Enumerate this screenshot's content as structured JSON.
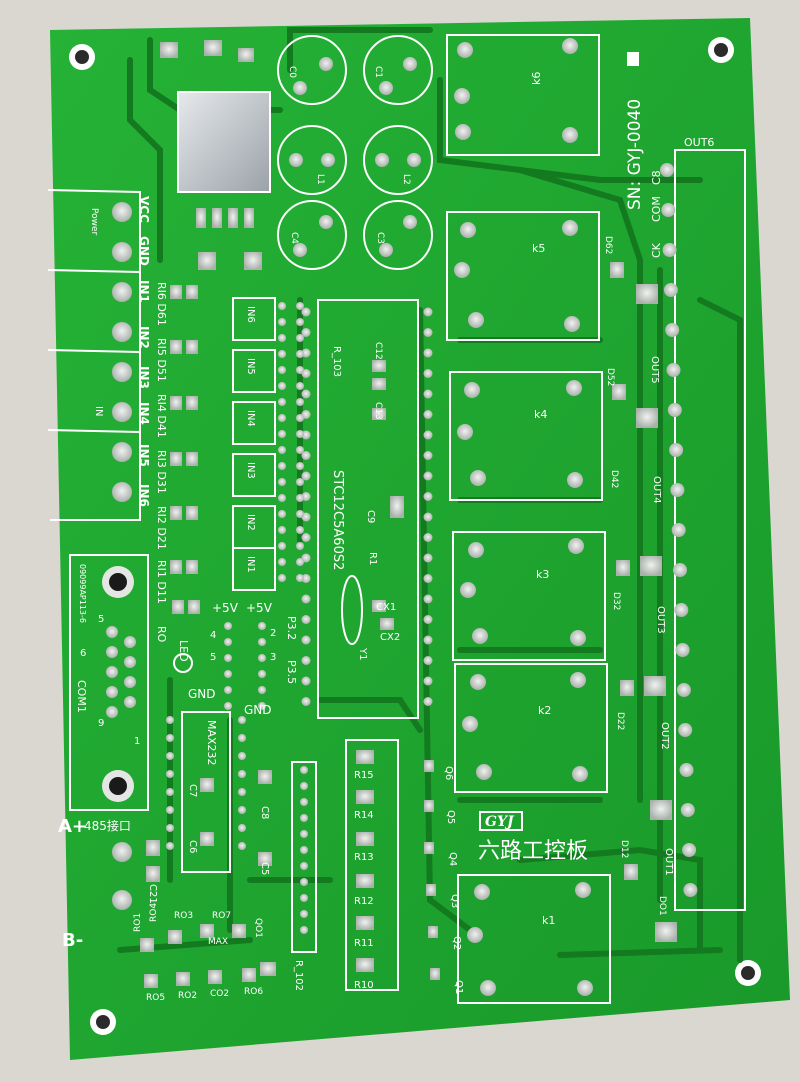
{
  "board": {
    "serial": "SN: GYJ-0040",
    "brand": "GYJ",
    "title_cn": "六路工控板",
    "rs485_label": "485接口",
    "a_plus": "A+",
    "b_minus": "B-",
    "mcu": "STC12C5A60S2",
    "max232": "MAX232",
    "com_label": "COM1",
    "out_header": "OUT6",
    "plus5v_a": "+5V",
    "plus5v_b": "+5V",
    "gnd_a": "GND",
    "gnd_b": "GND",
    "led_label": "LED",
    "p32": "P3.2",
    "p35": "P3.5",
    "r_network_1": "R_103",
    "r_network_2": "R_102",
    "y1": "Y1",
    "cx1": "CX1",
    "cx2": "CX2",
    "c9": "C9",
    "r1": "R1",
    "ck": "CK",
    "com": "COM",
    "c8": "C8",
    "ap_label": "09099AP113-6"
  },
  "left_terminal": {
    "power_label": "Power",
    "pins": [
      "VCC",
      "GND",
      "IN1",
      "IN2",
      "IN3",
      "IN4",
      "IN5",
      "IN6"
    ],
    "in_label": "IN"
  },
  "input_rows": [
    "RI6 D61",
    "RI5 D51",
    "RI4 D41",
    "RI3 D31",
    "RI2 D21",
    "RI1 D11",
    "RO"
  ],
  "optocouplers": [
    "IN6",
    "IN5",
    "IN4",
    "IN3",
    "IN2",
    "IN1"
  ],
  "capacitors_top": [
    "C0",
    "C1",
    "C4",
    "C3"
  ],
  "inductors": [
    "L1",
    "L2"
  ],
  "relays": [
    "k6",
    "k5",
    "k4",
    "k3",
    "k2",
    "k1"
  ],
  "outputs": [
    "OUT5",
    "OUT4",
    "OUT3",
    "OUT2",
    "OUT1"
  ],
  "relay_diodes": [
    "D52",
    "D42",
    "D32",
    "D22",
    "D12",
    "D62"
  ],
  "resistors": [
    "R15",
    "R14",
    "R13",
    "R12",
    "R11",
    "R10"
  ],
  "transistors": [
    "Q6",
    "Q5",
    "Q4",
    "Q3",
    "Q2",
    "Q1"
  ],
  "caps_small": [
    "C12",
    "C13",
    "C7",
    "C6",
    "C8",
    "C5",
    "C21"
  ],
  "bottom_parts": [
    "RO1",
    "RO4",
    "RO3",
    "RO7",
    "QO1",
    "MAX",
    "RO5",
    "RO2",
    "CO2",
    "RO6",
    "DO1"
  ],
  "com_pins": [
    "5",
    "9",
    "6",
    "1"
  ],
  "header_nums": [
    "4",
    "5",
    "2",
    "3"
  ],
  "colors": {
    "pcb": "#1ea52e",
    "trace": "#137a1f",
    "silk": "#ffffff",
    "pad": "#cfd3cf",
    "hole": "#2b2b2b",
    "background": "#d9d7cf"
  }
}
